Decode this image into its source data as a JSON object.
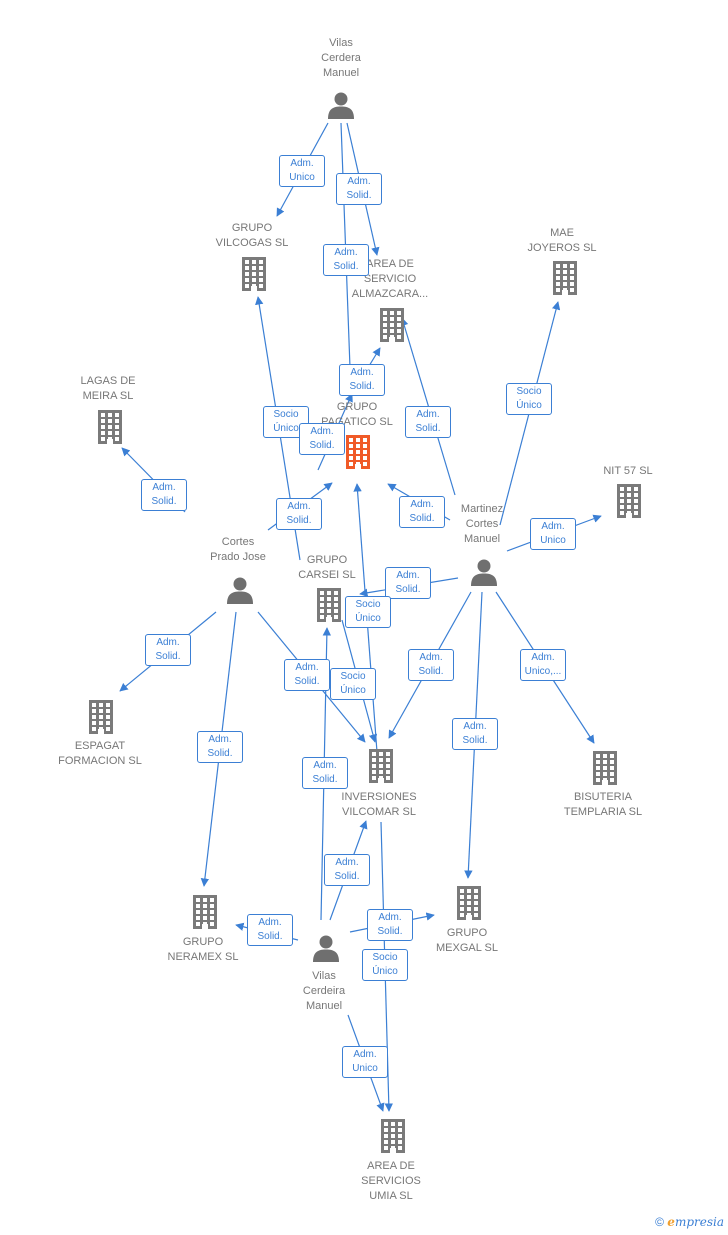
{
  "colors": {
    "edge": "#3b7fd4",
    "person": "#6f6f6f",
    "company": "#7a7a7a",
    "highlight": "#f05a28",
    "label": "#777777"
  },
  "nodes": [
    {
      "id": "vilas_top",
      "type": "person",
      "label": "Vilas\nCerdera\nManuel"
    },
    {
      "id": "grupo_vilcogas",
      "type": "company",
      "label": "GRUPO\nVILCOGAS  SL"
    },
    {
      "id": "area_almazcara",
      "type": "company",
      "label": "AREA DE\nSERVICIO\nALMAZCARA..."
    },
    {
      "id": "mae_joyeros",
      "type": "company",
      "label": "MAE\nJOYEROS SL"
    },
    {
      "id": "lagas_meira",
      "type": "company",
      "label": "LAGAS DE\nMEIRA SL"
    },
    {
      "id": "grupo_pagatico",
      "type": "company-main",
      "label": "GRUPO\nPAGATICO  SL"
    },
    {
      "id": "nit57",
      "type": "company",
      "label": "NIT 57  SL"
    },
    {
      "id": "cortes_prado",
      "type": "person",
      "label": "Cortes\nPrado Jose"
    },
    {
      "id": "martinez_cortes",
      "type": "person",
      "label": "Martinez\nCortes\nManuel"
    },
    {
      "id": "grupo_carsei",
      "type": "company",
      "label": "GRUPO\nCARSEI  SL"
    },
    {
      "id": "espagat",
      "type": "company",
      "label": "ESPAGAT\nFORMACION SL"
    },
    {
      "id": "inversiones",
      "type": "company",
      "label": "INVERSIONES\nVILCOMAR  SL"
    },
    {
      "id": "bisuteria",
      "type": "company",
      "label": "BISUTERIA\nTEMPLARIA  SL"
    },
    {
      "id": "grupo_neramex",
      "type": "company",
      "label": "GRUPO\nNERAMEX SL"
    },
    {
      "id": "grupo_mexgal",
      "type": "company",
      "label": "GRUPO\nMEXGAL  SL"
    },
    {
      "id": "vilas_bottom",
      "type": "person",
      "label": "Vilas\nCerdeira\nManuel"
    },
    {
      "id": "area_umia",
      "type": "company",
      "label": "AREA DE\nSERVICIOS\nUMIA  SL"
    }
  ],
  "edges": [
    {
      "label": "Adm.\nUnico"
    },
    {
      "label": "Adm.\nSolid."
    },
    {
      "label": "Adm.\nSolid."
    },
    {
      "label": "Adm.\nSolid."
    },
    {
      "label": "Adm.\nSolid."
    },
    {
      "label": "Socio\nÚnico"
    },
    {
      "label": "Adm.\nSolid."
    },
    {
      "label": "Adm.\nSolid."
    },
    {
      "label": "Adm.\nSolid."
    },
    {
      "label": "Adm.\nSolid."
    },
    {
      "label": "Adm.\nSolid."
    },
    {
      "label": "Socio\nÚnico"
    },
    {
      "label": "Adm.\nSolid."
    },
    {
      "label": "Adm.\nSolid."
    },
    {
      "label": "Adm.\nUnico"
    },
    {
      "label": "Adm.\nSolid."
    },
    {
      "label": "Socio\nÚnico"
    },
    {
      "label": "Adm.\nSolid."
    },
    {
      "label": "Adm.\nUnico,..."
    },
    {
      "label": "Adm.\nSolid."
    },
    {
      "label": "Socio\nÚnico"
    },
    {
      "label": "Adm.\nSolid."
    },
    {
      "label": "Adm.\nSolid."
    },
    {
      "label": "Adm.\nSolid."
    },
    {
      "label": "Adm.\nSolid."
    },
    {
      "label": "Socio\nÚnico"
    },
    {
      "label": "Adm.\nUnico"
    }
  ],
  "footer": {
    "copyright": "©",
    "brand_e": "e",
    "brand_rest": "mpresia"
  }
}
